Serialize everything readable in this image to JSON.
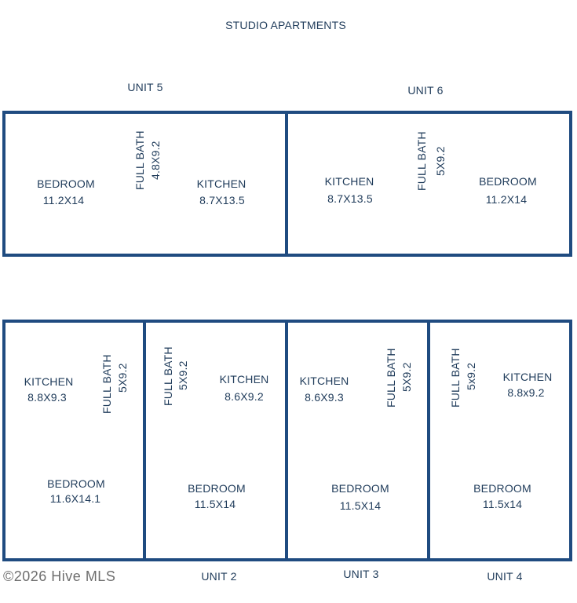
{
  "title": "STUDIO APARTMENTS",
  "top_units": {
    "unit5": {
      "label": "UNIT 5",
      "bedroom_name": "BEDROOM",
      "bedroom_size": "11.2X14",
      "bath_name": "FULL BATH",
      "bath_size": "4.8X9.2",
      "kitchen_name": "KITCHEN",
      "kitchen_size": "8.7X13.5"
    },
    "unit6": {
      "label": "UNIT 6",
      "kitchen_name": "KITCHEN",
      "kitchen_size": "8.7X13.5",
      "bath_name": "FULL BATH",
      "bath_size": "5X9.2",
      "bedroom_name": "BEDROOM",
      "bedroom_size": "11.2X14"
    }
  },
  "bottom_units": {
    "unit1": {
      "kitchen_name": "KITCHEN",
      "kitchen_size": "8.8X9.3",
      "bath_name": "FULL BATH",
      "bath_size": "5X9.2",
      "bedroom_name": "BEDROOM",
      "bedroom_size": "11.6X14.1"
    },
    "unit2": {
      "label": "UNIT 2",
      "bath_name": "FULL BATH",
      "bath_size": "5X9.2",
      "kitchen_name": "KITCHEN",
      "kitchen_size": "8.6X9.2",
      "bedroom_name": "BEDROOM",
      "bedroom_size": "11.5X14"
    },
    "unit3": {
      "label": "UNIT 3",
      "kitchen_name": "KITCHEN",
      "kitchen_size": "8.6X9.3",
      "bath_name": "FULL BATH",
      "bath_size": "5X9.2",
      "bedroom_name": "BEDROOM",
      "bedroom_size": "11.5X14"
    },
    "unit4": {
      "label": "UNIT 4",
      "bath_name": "FULL BATH",
      "bath_size": "5x9.2",
      "kitchen_name": "KITCHEN",
      "kitchen_size": "8.8x9.2",
      "bedroom_name": "BEDROOM",
      "bedroom_size": "11.5x14"
    }
  },
  "watermark": "©2026 Hive MLS",
  "colors": {
    "wall": "#1f4b80",
    "text": "#1f3b5a"
  }
}
